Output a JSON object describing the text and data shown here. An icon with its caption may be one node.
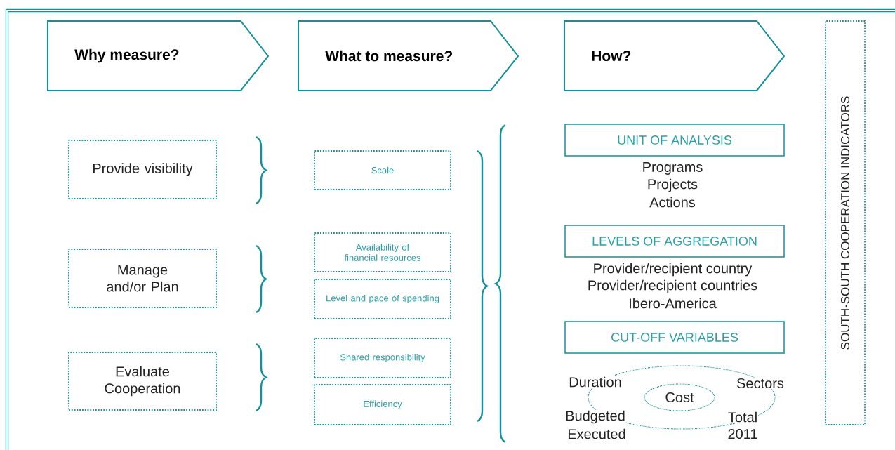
{
  "diagram": {
    "nodes": [
      {
        "text": [
          "Why measure?"
        ]
      },
      {
        "text": [
          "What to measure?"
        ]
      },
      {
        "text": [
          "How?"
        ]
      },
      {
        "text": [
          "SOUTH-SOUTH COOPERATION INDICATORS"
        ]
      },
      {
        "text": [
          "Provide visibility"
        ]
      },
      {
        "text": [
          "Manage and/or Plan"
        ]
      },
      {
        "text": [
          "Evaluate Cooperation"
        ]
      },
      {
        "text": [
          "Scale"
        ]
      },
      {
        "text": [
          "Availability of financial resources"
        ]
      },
      {
        "text": [
          "Level and pace of spending"
        ]
      },
      {
        "text": [
          "Shared responsibility"
        ]
      },
      {
        "text": [
          "Efficiency"
        ]
      },
      {
        "text": [
          "UNIT OF ANALYSIS"
        ],
        "beside": [
          "Programs",
          "Projects",
          "Actions"
        ]
      },
      {
        "text": [
          "LEVELS OF AGGREGATION"
        ],
        "beside": [
          "Provider/recipient country",
          "Provider/recipient countries",
          "Ibero-America"
        ]
      },
      {
        "text": [
          "CUT-OFF VARIABLES"
        ]
      },
      {
        "text": [],
        "shape": "ellipse"
      },
      {
        "text": [
          "Cost"
        ],
        "in": 15
      }
    ],
    "labels": [
      "Duration",
      "Sectors",
      "Budgeted",
      "Total",
      "Executed",
      "2011"
    ]
  }
}
